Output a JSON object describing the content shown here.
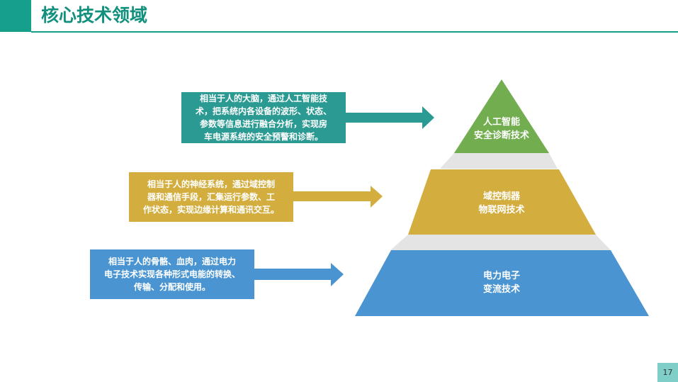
{
  "header": {
    "title": "核心技术领域"
  },
  "descriptions": [
    {
      "lines": [
        "相当于人的大脑，通过人工智能技",
        "术，把系统内各设备的波形、状态、",
        "参数等信息进行融合分析，实现房",
        "车电源系统的安全预警和诊断。"
      ],
      "color": "#2a9a92"
    },
    {
      "lines": [
        "相当于人的神经系统，通过域控制",
        "器和通信手段，汇集运行参数、工",
        "作状态，实现边缘计算和通讯交互。"
      ],
      "color": "#d3ae3f"
    },
    {
      "lines": [
        "相当于人的骨骼、血肉，通过电力",
        "电子技术实现各种形式电能的转换、",
        "传输、分配和使用。"
      ],
      "color": "#4a95d1"
    }
  ],
  "pyramid": {
    "tiers": [
      {
        "lines": [
          "人工智能",
          "安全诊断技术"
        ],
        "color": "#72ae4f"
      },
      {
        "lines": [
          "域控制器",
          "物联网技术"
        ],
        "color": "#d3ae3f"
      },
      {
        "lines": [
          "电力电子",
          "变流技术"
        ],
        "color": "#4a95d1"
      }
    ],
    "connector_color": "#e4e4e4"
  },
  "footer": {
    "page_number": "17"
  }
}
